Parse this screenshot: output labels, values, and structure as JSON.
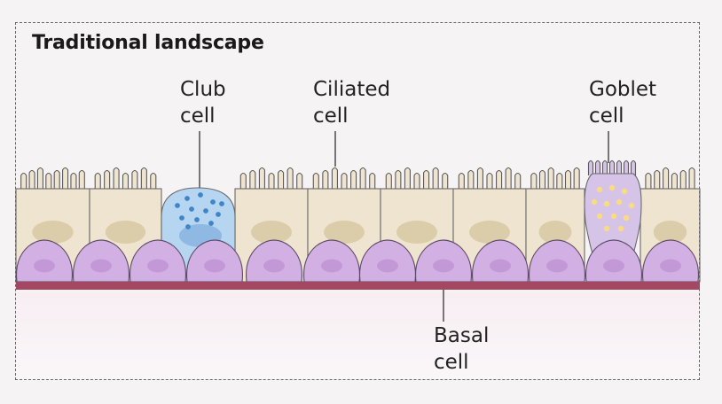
{
  "figure": {
    "title": "Traditional landscape",
    "labels": {
      "club": [
        "Club",
        "cell"
      ],
      "ciliated": [
        "Ciliated",
        "cell"
      ],
      "goblet": [
        "Goblet",
        "cell"
      ],
      "basal": [
        "Basal",
        "cell"
      ]
    }
  },
  "colors": {
    "background": "#f6f3f5",
    "columnar_cell": "#efe4cf",
    "nucleus": "#dbccaa",
    "basal_cell": "#d3b0e3",
    "basal_nucleus": "#c398d6",
    "club_cell": "#b6d5f0",
    "club_granule": "#3f86c8",
    "goblet_cell": "#d5c3e8",
    "goblet_granule": "#f8dc84",
    "basement_membrane": "#a34763"
  }
}
